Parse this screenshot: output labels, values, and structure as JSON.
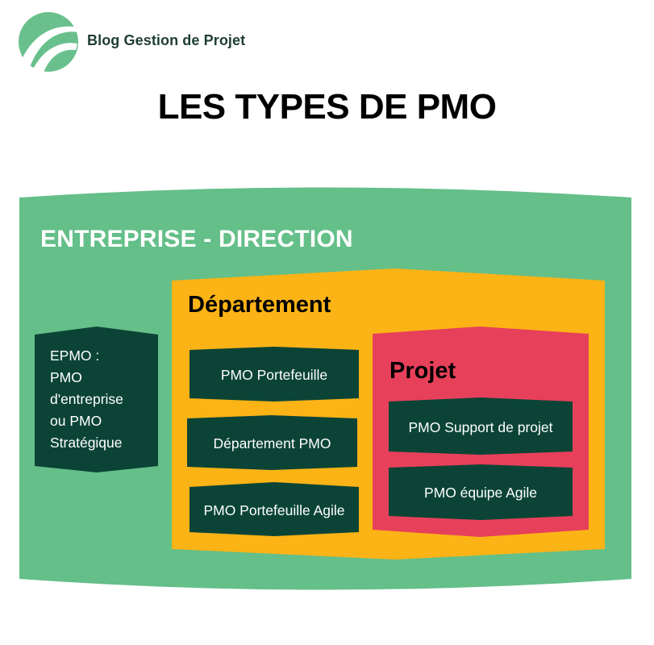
{
  "brand": {
    "name": "Blog Gestion de Projet"
  },
  "title": "LES TYPES DE PMO",
  "colors": {
    "enterprise_green": "#64bf89",
    "department_yellow": "#fbb316",
    "projet_red": "#e7405a",
    "box_dark_green": "#0b4436",
    "logo_green": "#69c08d"
  },
  "enterprise": {
    "label": "ENTREPRISE - DIRECTION",
    "epmo": {
      "lines": [
        "EPMO :",
        "PMO",
        "d'entreprise",
        "ou PMO",
        "Stratégique"
      ]
    }
  },
  "department": {
    "label": "Département",
    "items": [
      "PMO Portefeuille",
      "Département PMO",
      "PMO Portefeuille Agile"
    ]
  },
  "projet": {
    "label": "Projet",
    "items": [
      "PMO Support de projet",
      "PMO équipe Agile"
    ]
  }
}
